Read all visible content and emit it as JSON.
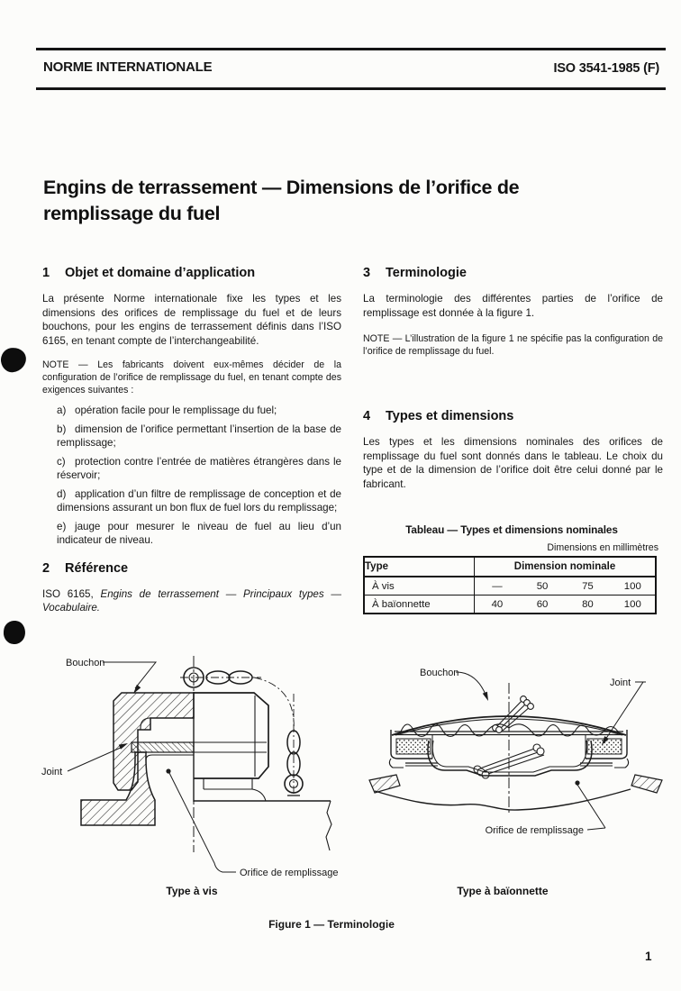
{
  "header": {
    "left_title": "NORME INTERNATIONALE",
    "right_ref": "ISO 3541-1985 (F)"
  },
  "title": "Engins de terrassement — Dimensions de l’orifice de remplissage du fuel",
  "section1": {
    "num": "1",
    "heading": "Objet et domaine d’application",
    "para": "La présente Norme internationale fixe les types et les dimensions des orifices de remplissage du fuel et de leurs bouchons, pour les engins de terrassement définis dans l’ISO 6165, en tenant compte de l’interchangeabilité.",
    "note": "NOTE — Les fabricants doivent eux-mêmes décider de la configuration de l’orifice de remplissage du fuel, en tenant compte des exigences suivantes :",
    "items": [
      {
        "label": "a)",
        "text": "opération facile pour le remplissage du fuel;"
      },
      {
        "label": "b)",
        "text": "dimension de l’orifice permettant l’insertion de la base de remplissage;"
      },
      {
        "label": "c)",
        "text": "protection contre l’entrée de matières étrangères dans le réservoir;"
      },
      {
        "label": "d)",
        "text": "application d’un filtre de remplissage de conception et de dimensions assurant un bon flux de fuel lors du remplissage;"
      },
      {
        "label": "e)",
        "text": "jauge pour mesurer le niveau de fuel au lieu d’un indicateur de niveau."
      }
    ]
  },
  "section2": {
    "num": "2",
    "heading": "Référence",
    "ref_plain": "ISO 6165,",
    "ref_italic": "Engins de terrassement — Principaux types — Vocabulaire."
  },
  "section3": {
    "num": "3",
    "heading": "Terminologie",
    "para": "La terminologie des différentes parties de l’orifice de remplissage est donnée à la figure 1.",
    "note": "NOTE — L’illustration de la figure 1 ne spécifie pas la configuration de l’orifice de remplissage du fuel."
  },
  "section4": {
    "num": "4",
    "heading": "Types et dimensions",
    "para": "Les types et les dimensions nominales des orifices de remplissage du fuel sont donnés dans le tableau. Le choix du type et de la dimension de l’orifice doit être celui donné par le fabricant."
  },
  "table": {
    "title": "Tableau — Types et dimensions nominales",
    "units": "Dimensions en millimètres",
    "headers": {
      "type": "Type",
      "dimension": "Dimension nominale"
    },
    "rows": [
      {
        "type": "À vis",
        "v1": "—",
        "v2": "50",
        "v3": "75",
        "v4": "100"
      },
      {
        "type": "À baïonnette",
        "v1": "40",
        "v2": "60",
        "v3": "80",
        "v4": "100"
      }
    ]
  },
  "figures": {
    "caption": "Figure 1 — Terminologie",
    "vis": {
      "caption": "Type à vis",
      "label_bouchon": "Bouchon",
      "label_joint": "Joint",
      "label_orifice": "Orifice de remplissage"
    },
    "baionnette": {
      "caption": "Type à baïonnette",
      "label_bouchon": "Bouchon",
      "label_joint": "Joint",
      "label_orifice": "Orifice de remplissage"
    }
  },
  "page_number": "1"
}
